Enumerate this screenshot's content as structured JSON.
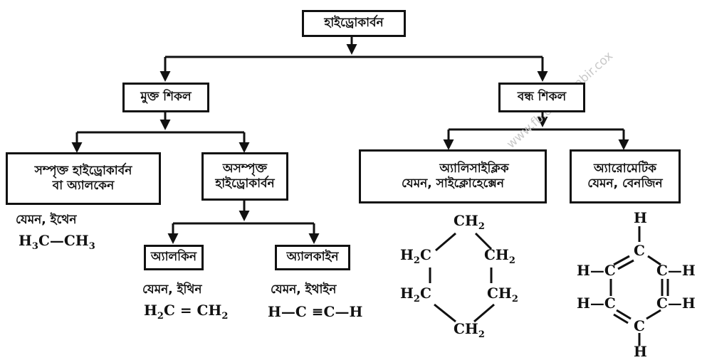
{
  "root": {
    "label": "হাইড্রোকার্বন"
  },
  "open_chain": {
    "label": "মুক্ত শিকল"
  },
  "closed_chain": {
    "label": "বন্ধ শিকল"
  },
  "saturated": {
    "line1": "সম্পৃক্ত হাইড্রোকার্বন",
    "line2": "বা অ্যালকেন",
    "example_label": "যেমন, ইথেন",
    "formula": {
      "a": "H",
      "sub3": "3",
      "b": "C—CH",
      "sub3b": "3"
    }
  },
  "unsaturated": {
    "line1": "অসম্পৃক্ত",
    "line2": "হাইড্রোকার্বন"
  },
  "alkene": {
    "label": "অ্যালকিন",
    "example_label": "যেমন, ইথিন",
    "formula": {
      "a": "H",
      "sub2": "2",
      "b": "C = CH",
      "sub2b": "2"
    }
  },
  "alkyne": {
    "label": "অ্যালকাইন",
    "example_label": "যেমন, ইথাইন",
    "formula": "H—C ≡C—H"
  },
  "alicyclic": {
    "line1": "অ্যালিসাইক্লিক",
    "line2": "যেমন, সাইক্লোহেক্সেন",
    "atoms": {
      "top": "CH",
      "top_sub": "2",
      "ul": "H",
      "ul_sub": "2",
      "ul_c": "C",
      "ur": "CH",
      "ur_sub": "2",
      "ll": "H",
      "ll_sub": "2",
      "ll_c": "C",
      "lr": "CH",
      "lr_sub": "2",
      "bottom": "CH",
      "bottom_sub": "2"
    }
  },
  "aromatic": {
    "line1": "অ্যারোমেটিক",
    "line2": "যেমন, বেনজিন",
    "atoms": {
      "h": "H",
      "c": "C",
      "hc_left": "H—C",
      "c_h_right": "C—H"
    }
  },
  "watermark": "www.fb.com/tanbir.cox",
  "colors": {
    "ink": "#111111",
    "watermark": "#c9c9c9",
    "background": "#ffffff"
  }
}
